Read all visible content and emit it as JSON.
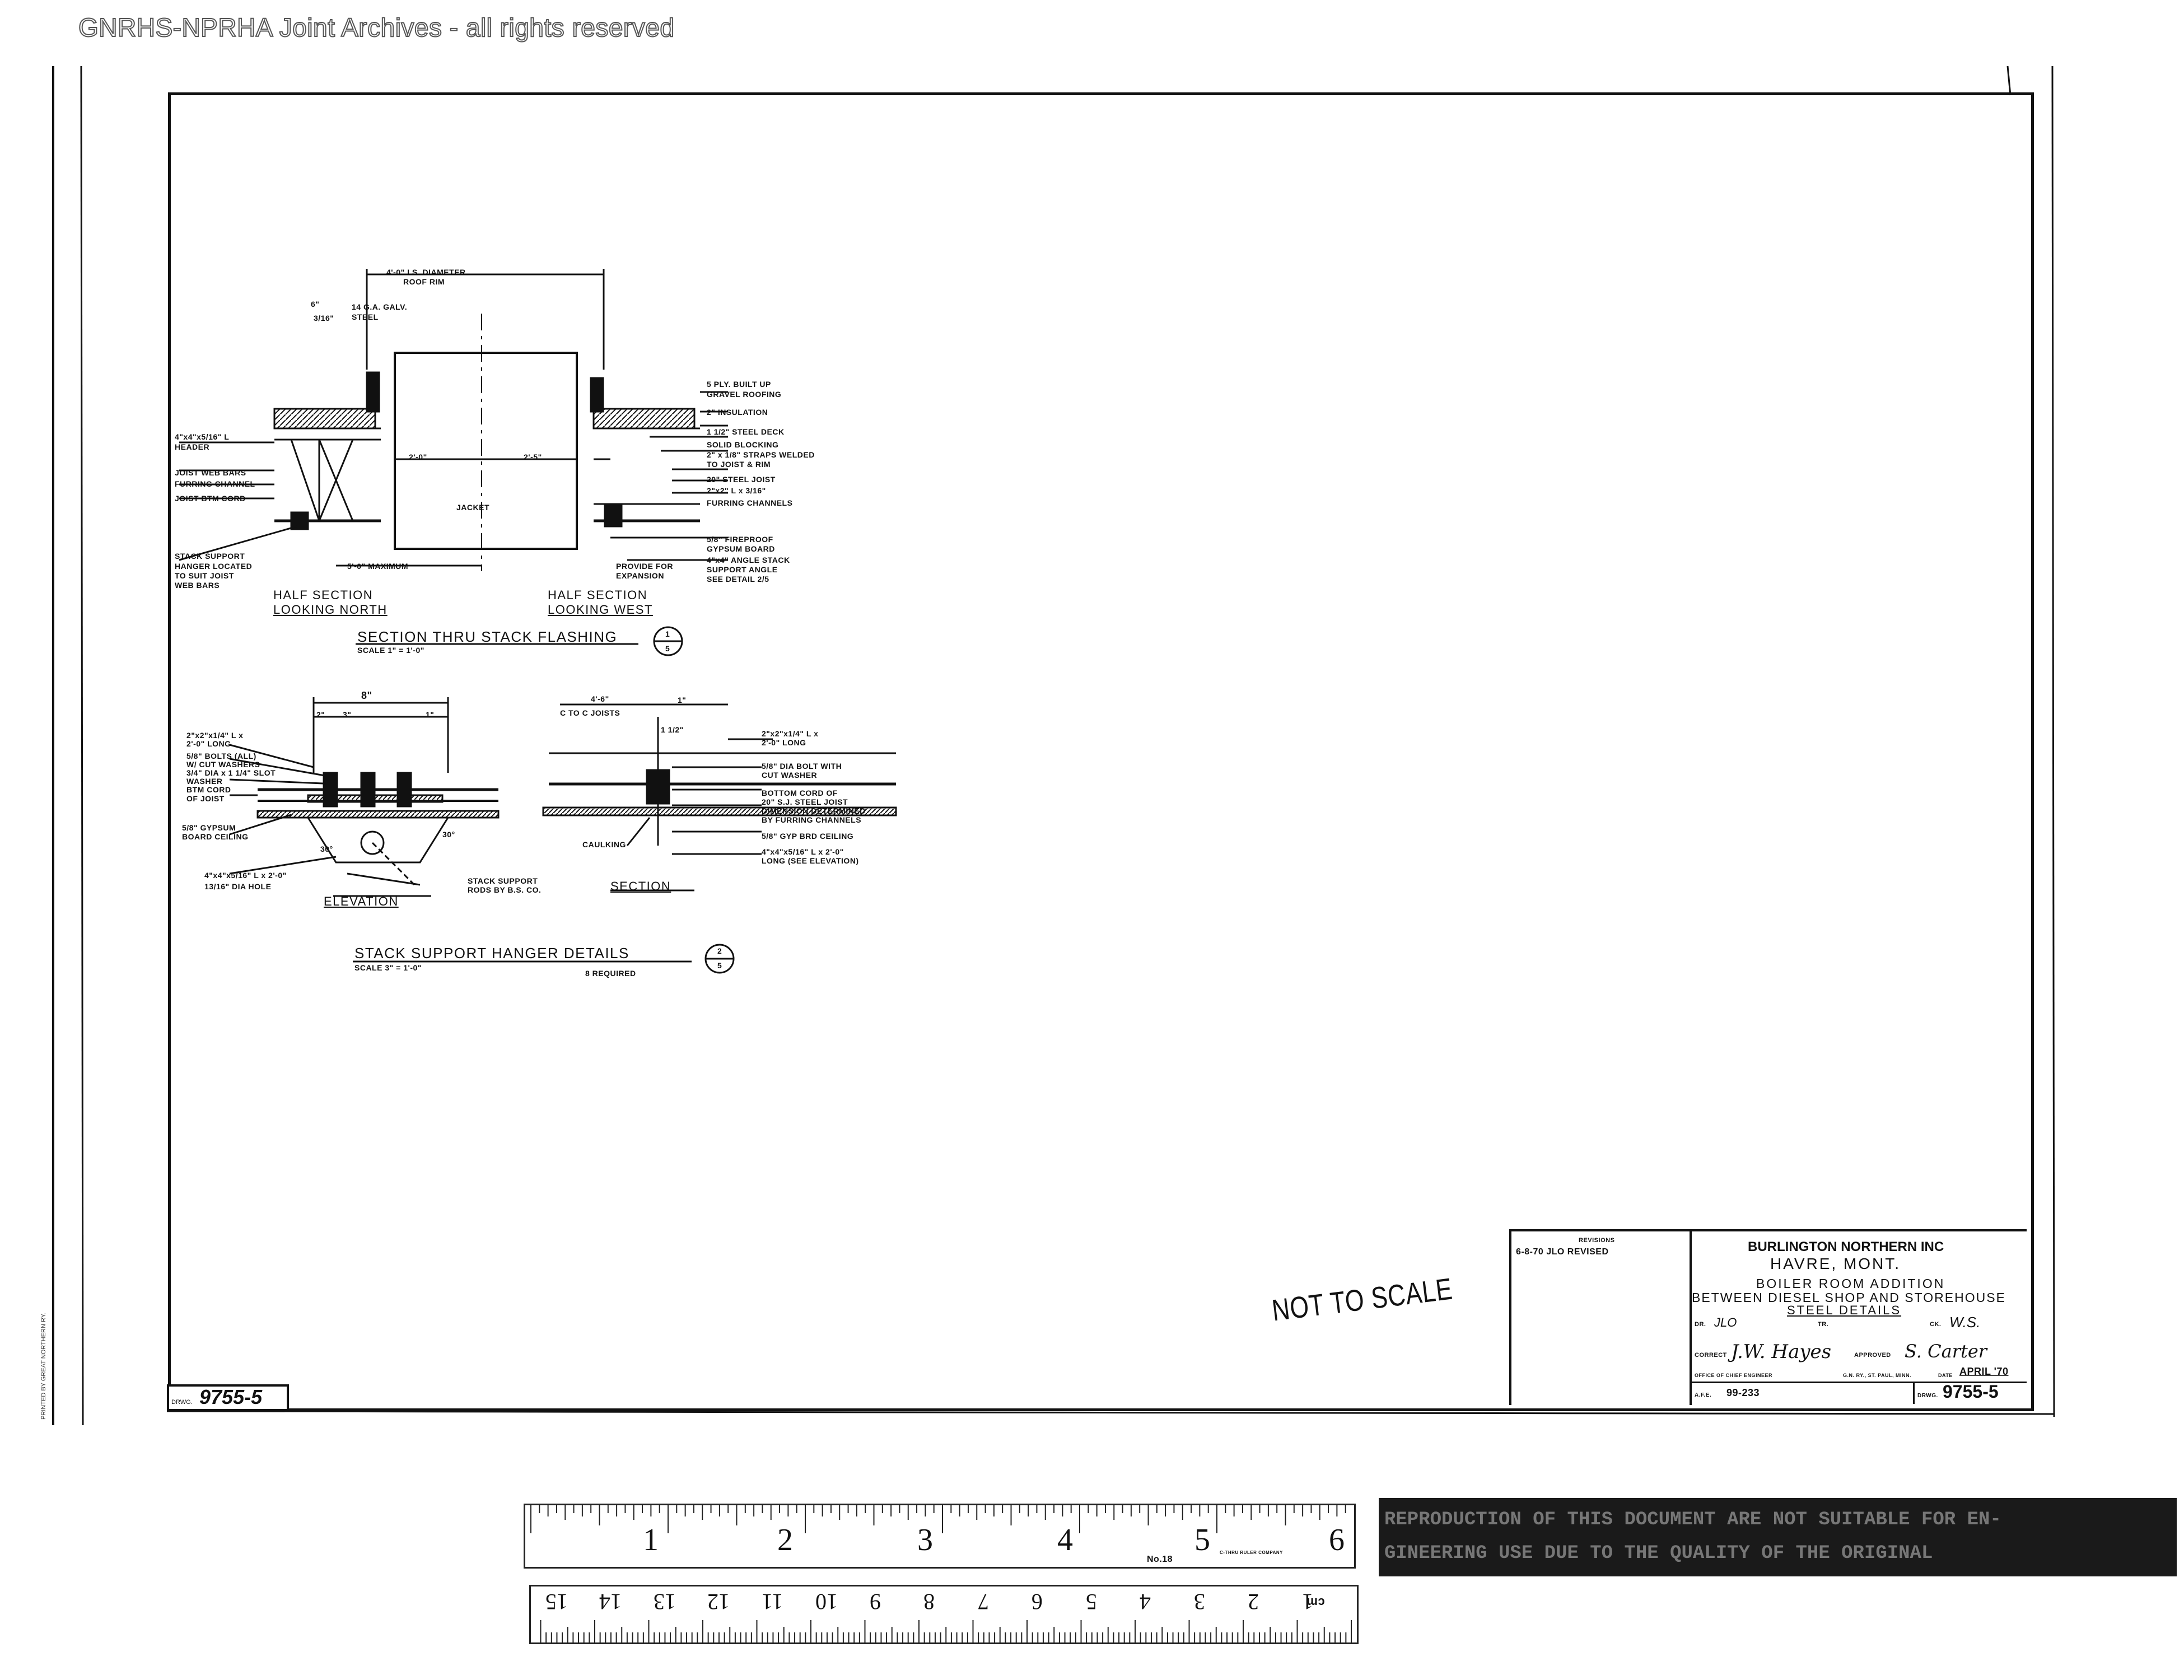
{
  "watermark": "GNRHS-NPRHA Joint Archives - all rights reserved",
  "sheet": {
    "drawing_number": "9755-5",
    "drawing_number_label": "DRWG.",
    "not_to_scale": "NOT TO SCALE"
  },
  "detail1": {
    "labels": {
      "diameter": "4'-0\" I.S. DIAMETER",
      "roof_rim": "ROOF RIM",
      "dim_6": "6\"",
      "gauge": "14 G.A. GALV.",
      "steel": "STEEL",
      "dim_3_16": "3/16\"",
      "roofing": "5 PLY. BUILT UP",
      "roofing2": "GRAVEL ROOFING",
      "insulation": "2\" INSULATION",
      "deck": "1 1/2\" STEEL DECK",
      "blocking": "SOLID BLOCKING",
      "straps": "2\" x 1/8\" STRAPS WELDED",
      "straps2": "TO JOIST & RIM",
      "joist": "20\" STEEL JOIST",
      "angle": "2\"x2\" L x 3/16\"",
      "furring": "FURRING CHANNELS",
      "angle_header": "4\"x4\"x5/16\" L",
      "header": "HEADER",
      "web_bars": "JOIST WEB BARS",
      "furring_channel": "FURRING CHANNEL",
      "bottom_cord": "JOIST BTM CORD",
      "dim_2_0": "2'-0\"",
      "dim_2_5": "2'-5\"",
      "jacket": "JACKET",
      "stack_support": "STACK SUPPORT",
      "hanger": "HANGER LOCATED",
      "suit_joist": "TO SUIT JOIST",
      "web_bars2": "WEB BARS",
      "max": "5'-0\" MAXIMUM",
      "fireproof": "5/8\" FIREPROOF",
      "gypsum": "GYPSUM BOARD",
      "expansion": "PROVIDE FOR",
      "expansion2": "EXPANSION",
      "angle_stack": "4\"x4\" ANGLE STACK",
      "support_angle": "SUPPORT ANGLE",
      "see_detail": "SEE DETAIL 2/5",
      "half_north": "HALF SECTION",
      "looking_north": "LOOKING NORTH",
      "half_west": "HALF SECTION",
      "looking_west": "LOOKING WEST"
    },
    "title": "SECTION THRU STACK FLASHING",
    "scale": "SCALE 1\" = 1'-0\"",
    "callout_top": "1",
    "callout_bottom": "5"
  },
  "detail2": {
    "labels": {
      "dim_8": "8\"",
      "dim_2": "2\"",
      "dim_3": "3\"",
      "dim_1": "1\"",
      "dim_4_6": "4'-6\"",
      "to_joists": "C TO C JOISTS",
      "dim_1b": "1\"",
      "dim_1_half": "1 1/2\"",
      "angle_long": "2\"x2\"x1/4\" L x",
      "long": "2'-0\" LONG",
      "bolts": "5/8\" BOLTS (ALL)",
      "washers": "W/ CUT WASHERS",
      "slot": "3/4\" DIA x 1 1/4\" SLOT",
      "washer": "WASHER",
      "btm_cord": "BTM CORD",
      "of_joist": "OF JOIST",
      "gypsum": "5/8\" GYPSUM",
      "board_ceiling": "BOARD CEILING",
      "angle_hole": "4\"x4\"x5/16\" L x 2'-0\"",
      "hole": "13/16\" DIA HOLE",
      "stack_support": "STACK SUPPORT",
      "rods": "RODS BY B.S. CO.",
      "elevation": "ELEVATION",
      "angle_r": "2\"x2\"x1/4\" L x",
      "long_r": "2'-0\" LONG",
      "bolt_r": "5/8\" DIA BOLT WITH",
      "washer_r": "CUT WASHER",
      "bottom_cord_r": "BOTTOM CORD OF",
      "steel_joist": "20\" S.J. STEEL JOIST",
      "dimension": "DIMENSION DETERMINED",
      "furring": "BY FURRING CHANNELS",
      "gyp_ceiling": "5/8\" GYP BRD CEILING",
      "angle_section": "4\"x4\"x5/16\" L x 2'-0\"",
      "long_see": "LONG (SEE ELEVATION)",
      "caulking": "CAULKING",
      "section": "SECTION",
      "deg_30": "30°",
      "deg_30b": "30°"
    },
    "title": "STACK SUPPORT HANGER DETAILS",
    "scale": "SCALE 3\" = 1'-0\"",
    "required": "8 REQUIRED",
    "callout_top": "2",
    "callout_bottom": "5"
  },
  "title_block": {
    "revisions_label": "REVISIONS",
    "revision_entry": "6-8-70 JLO REVISED",
    "company": "BURLINGTON NORTHERN INC",
    "location": "HAVRE, MONT.",
    "project": "BOILER ROOM ADDITION",
    "project2": "BETWEEN DIESEL SHOP AND STOREHOUSE",
    "sheet_title": "STEEL DETAILS",
    "dr_label": "DR.",
    "dr_value": "JLO",
    "tr_label": "TR.",
    "ck_label": "CK.",
    "ck_value": "W.S.",
    "correct_label": "CORRECT",
    "correct_sig": "J.W. Hayes",
    "approved_label": "APPROVED",
    "approved_sig": "S. Carter",
    "office": "OFFICE OF CHIEF ENGINEER",
    "railway": "G.N. RY., ST. PAUL, MINN.",
    "date_label": "DATE",
    "date_value": "APRIL '70",
    "afe_label": "A.F.E.",
    "afe_value": "99-233",
    "dwg_label": "DRWG.",
    "dwg_value": "9755-5"
  },
  "ruler": {
    "inches": [
      "1",
      "2",
      "3",
      "4",
      "5",
      "6"
    ],
    "cm": [
      "1",
      "2",
      "3",
      "4",
      "5",
      "6",
      "7",
      "8",
      "9",
      "10",
      "11",
      "12",
      "13",
      "14",
      "15"
    ],
    "cm_label": "cm",
    "no_label": "No.18",
    "maker": "C-THRU RULER COMPANY"
  },
  "stamp": {
    "line1": "REPRODUCTION OF THIS DOCUMENT ARE NOT SUITABLE FOR EN-",
    "line2": "GINEERING USE DUE TO THE QUALITY OF THE ORIGINAL"
  },
  "margin_note": "PRINTED BY GREAT NORTHERN RY."
}
